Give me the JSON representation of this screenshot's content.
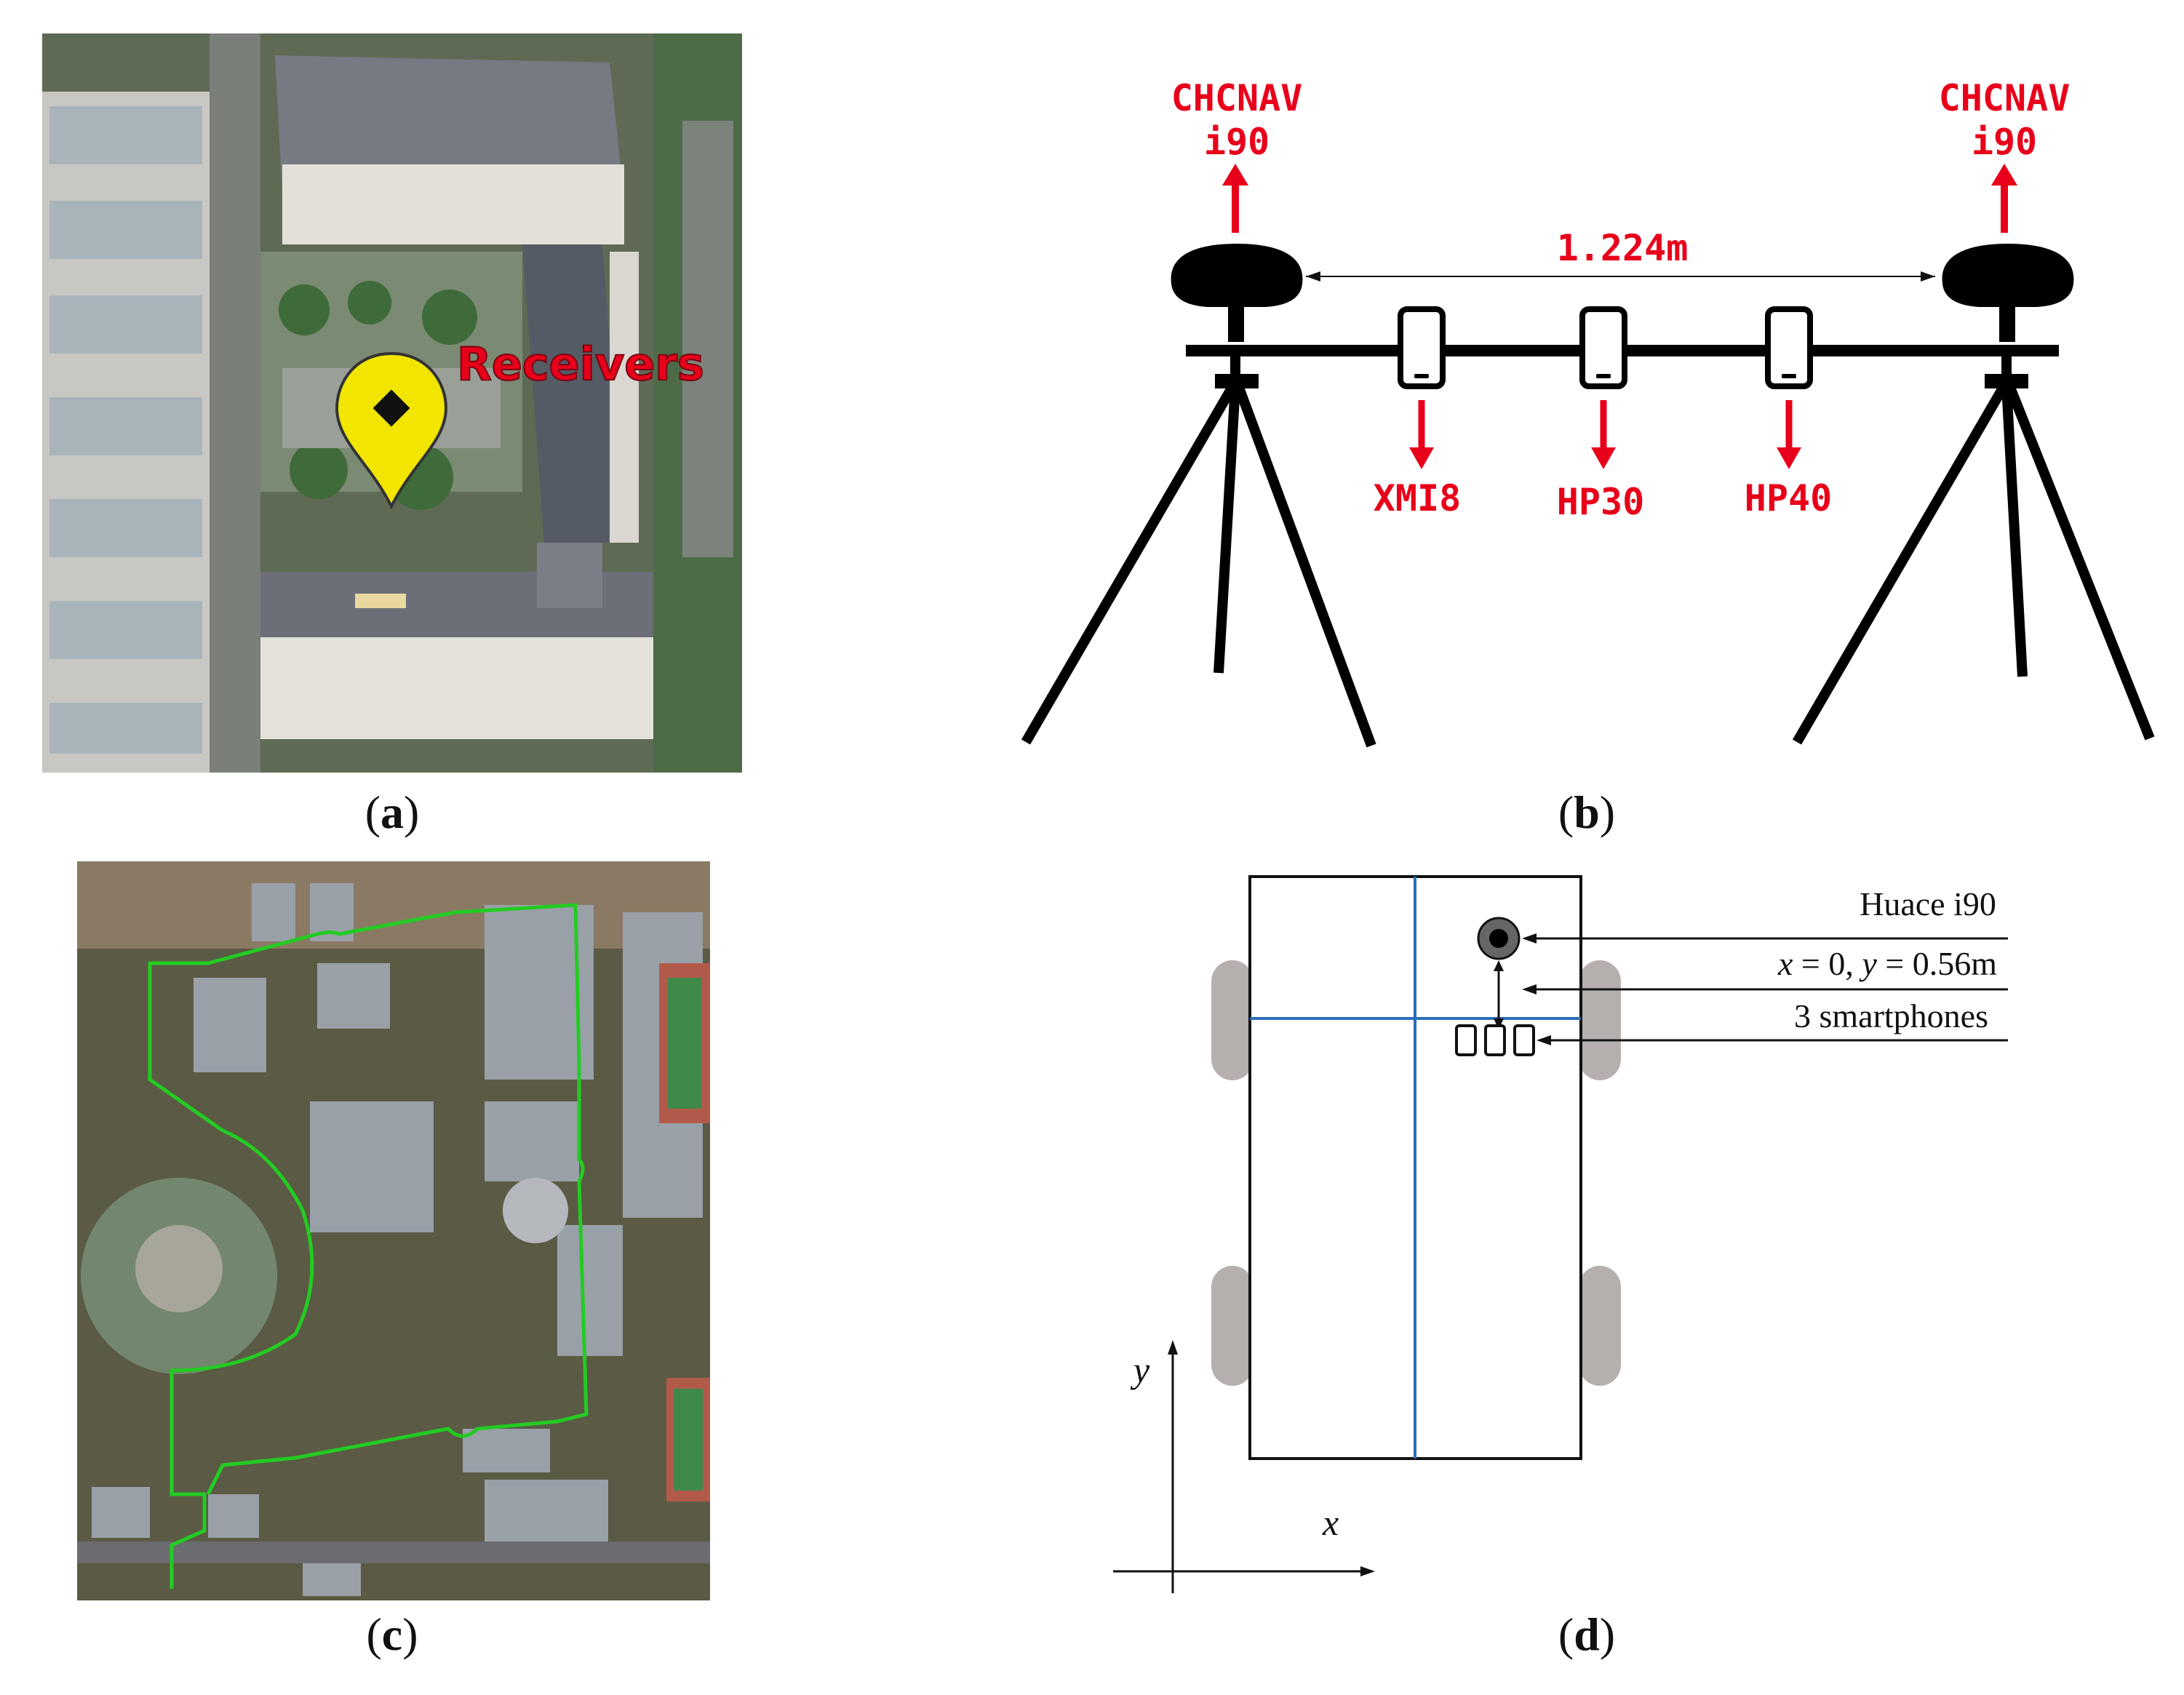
{
  "panels": {
    "a": {
      "caption": "a",
      "marker_label": "Receivers"
    },
    "b": {
      "caption": "b",
      "receiver_left": {
        "line1": "CHCNAV",
        "line2": "i90"
      },
      "receiver_right": {
        "line1": "CHCNAV",
        "line2": "i90"
      },
      "baseline_label": "1.224m",
      "phones": [
        "XMI8",
        "HP30",
        "HP40"
      ]
    },
    "c": {
      "caption": "c"
    },
    "d": {
      "caption": "d",
      "antenna_label": "Huace i90",
      "offset_label_x": "x",
      "offset_label_rest": " = 0, ",
      "offset_label_y": "y",
      "offset_label_value": " = 0.56m",
      "phones_label": "3 smartphones",
      "axis_x": "x",
      "axis_y": "y"
    }
  },
  "colors": {
    "label_red": "#e8001b",
    "route_green": "#22cc22",
    "marker_yellow": "#f2e500",
    "vehicle_axis_blue": "#2a6fb8",
    "wheel_gray": "#b5b0ae"
  }
}
